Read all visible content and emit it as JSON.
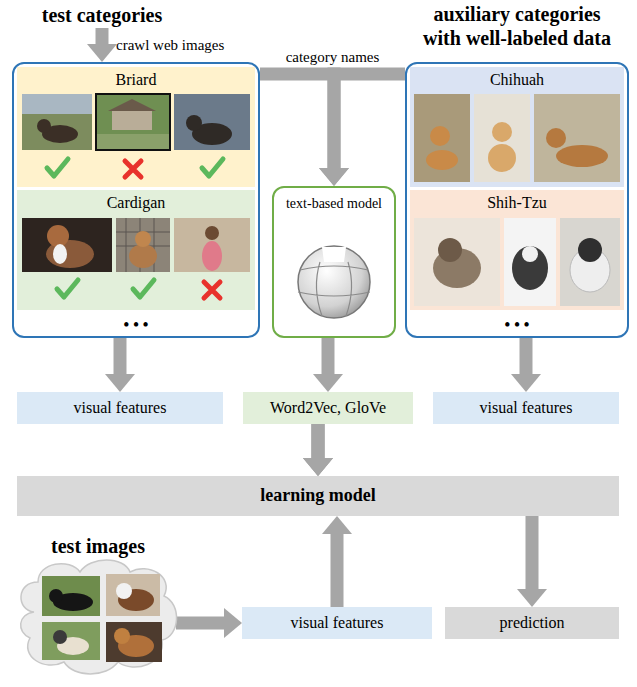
{
  "diagram": {
    "nodes": [
      {
        "text": [
          "test categories"
        ]
      },
      {
        "text": [
          "• • •"
        ]
      },
      {
        "text": [
          "Briard"
        ],
        "in": 1
      },
      {
        "text": [
          "Cardigan"
        ],
        "in": 1
      },
      {
        "text": [
          "text-based model"
        ]
      },
      {
        "text": [
          "auxiliary categories with well-labeled data",
          "• • •"
        ]
      },
      {
        "text": [
          "Chihuah"
        ],
        "in": 5
      },
      {
        "text": [
          "Shih-Tzu"
        ],
        "in": 5
      },
      {
        "text": [
          "visual features"
        ]
      },
      {
        "text": [
          "Word2Vec, GloVe"
        ]
      },
      {
        "text": [
          "visual features"
        ]
      },
      {
        "text": [
          "learning model"
        ]
      },
      {
        "text": [
          "test images"
        ]
      },
      {
        "text": [
          "visual features"
        ]
      },
      {
        "text": [
          "prediction"
        ]
      }
    ],
    "edges": [
      {
        "from": 0,
        "to": 1,
        "label": "crawl web images",
        "arrow": "to"
      },
      {
        "from": 1,
        "to": 4,
        "label": "category names",
        "arrow": "to"
      },
      {
        "from": 5,
        "to": 4,
        "arrow": "to"
      },
      {
        "from": 1,
        "to": 8,
        "arrow": "to"
      },
      {
        "from": 4,
        "to": 9,
        "arrow": "to"
      },
      {
        "from": 5,
        "to": 10,
        "arrow": "to"
      },
      {
        "from": 8,
        "to": 11,
        "arrow": "to"
      },
      {
        "from": 9,
        "to": 11,
        "arrow": "to"
      },
      {
        "from": 10,
        "to": 11,
        "arrow": "to"
      },
      {
        "from": 11,
        "to": 14,
        "arrow": "to"
      },
      {
        "from": 12,
        "to": 13,
        "arrow": "to"
      },
      {
        "from": 13,
        "to": 11,
        "arrow": "to"
      }
    ]
  }
}
